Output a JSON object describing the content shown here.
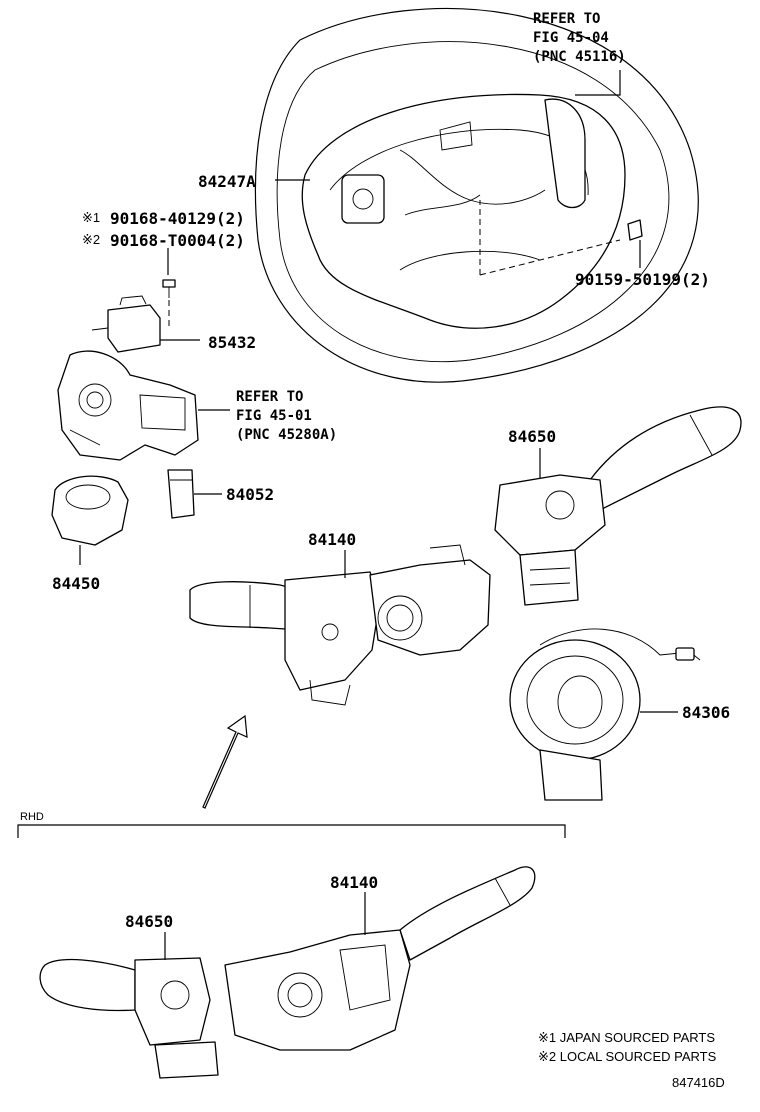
{
  "parts": {
    "airbag_pad": "84247A",
    "screw_japan": "90168-40129(2)",
    "screw_local": "90168-T0004(2)",
    "screw_japan_mark": "※1",
    "screw_local_mark": "※2",
    "transponder": "85432",
    "lock_cylinder": "84052",
    "ignition_switch": "84450",
    "combination_switch": "84140",
    "wiper_switch": "84650",
    "spiral_cable": "84306",
    "bolt": "90159-50199(2)",
    "rhd_combination_switch": "84140",
    "rhd_wiper_switch": "84650"
  },
  "refs": {
    "top": {
      "line1": "REFER TO",
      "line2": "FIG 45-04",
      "line3": "(PNC 45116)"
    },
    "mid": {
      "line1": "REFER TO",
      "line2": "FIG 45-01",
      "line3": "(PNC 45280A)"
    }
  },
  "section_label": "RHD",
  "legend": {
    "item1": "※1 JAPAN SOURCED PARTS",
    "item2": "※2 LOCAL SOURCED PARTS"
  },
  "figure_id": "847416D"
}
